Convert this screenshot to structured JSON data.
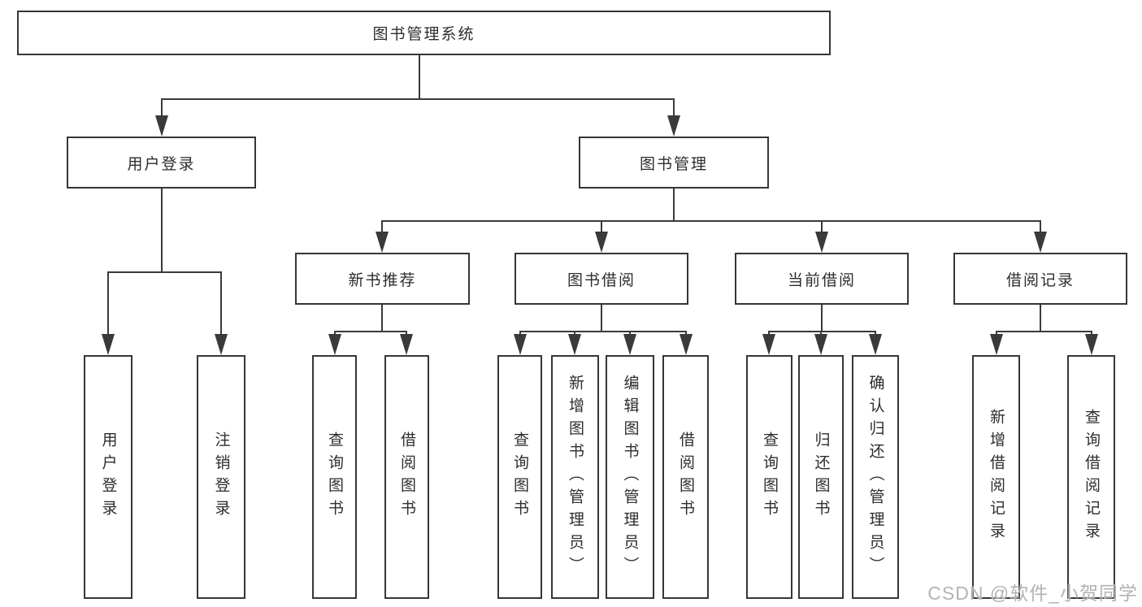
{
  "tree": {
    "title": "图书管理系统",
    "children": [
      {
        "label": "用户登录",
        "children": [
          {
            "label": "用户登录"
          },
          {
            "label": "注销登录"
          }
        ]
      },
      {
        "label": "图书管理",
        "children": [
          {
            "label": "新书推荐",
            "children": [
              {
                "label": "查询图书"
              },
              {
                "label": "借阅图书"
              }
            ]
          },
          {
            "label": "图书借阅",
            "children": [
              {
                "label": "查询图书"
              },
              {
                "label": "新增图书（管理员）"
              },
              {
                "label": "编辑图书（管理员）"
              },
              {
                "label": "借阅图书"
              }
            ]
          },
          {
            "label": "当前借阅",
            "children": [
              {
                "label": "查询图书"
              },
              {
                "label": "归还图书"
              },
              {
                "label": "确认归还（管理员）"
              }
            ]
          },
          {
            "label": "借阅记录",
            "children": [
              {
                "label": "新增借阅记录"
              },
              {
                "label": "查询借阅记录"
              }
            ]
          }
        ]
      }
    ]
  },
  "watermark": "CSDN @软件_小贺同学",
  "colors": {
    "line": "#3a3a3a",
    "box_border": "#363636",
    "box_fill": "#ffffff",
    "text": "#2d2d2d",
    "watermark": "#b3b3b3",
    "background": "#ffffff"
  }
}
